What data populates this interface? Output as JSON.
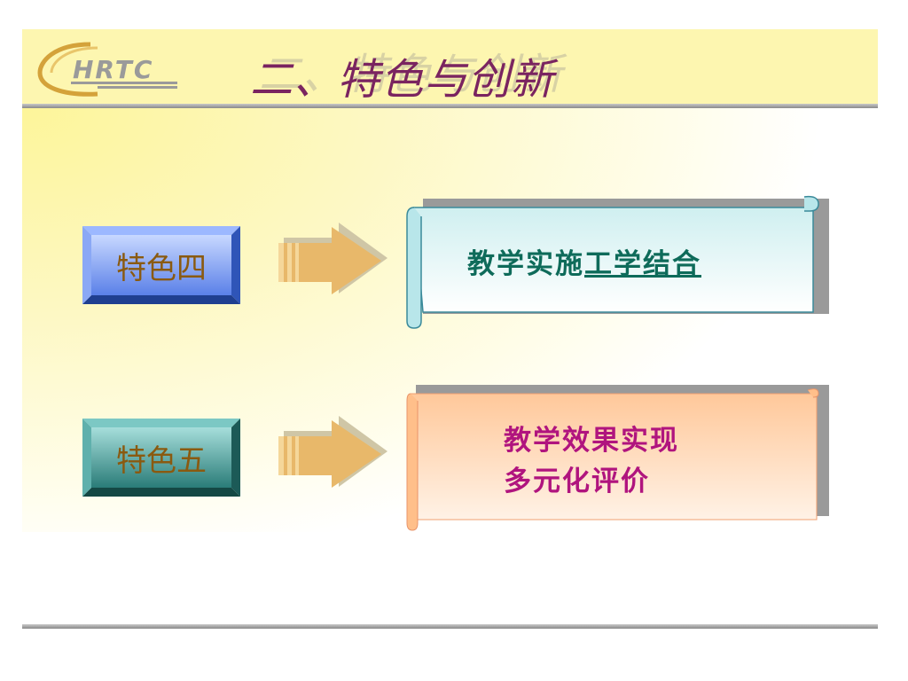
{
  "slide": {
    "title": "二、特色与创新",
    "logo_text": "HRTC"
  },
  "features": [
    {
      "label": "特色四",
      "scroll_text_plain": "教学实施",
      "scroll_text_link": "工学结合"
    },
    {
      "label": "特色五",
      "scroll_line1": "教学效果实现",
      "scroll_line2": "多元化评价"
    }
  ],
  "colors": {
    "header_bg": "#fdf6b0",
    "title": "#7a2460",
    "btn_blue": "#6f95f0",
    "btn_teal": "#2e8a85",
    "scroll1_text": "#0e6b5a",
    "scroll2_text": "#b0147e"
  }
}
